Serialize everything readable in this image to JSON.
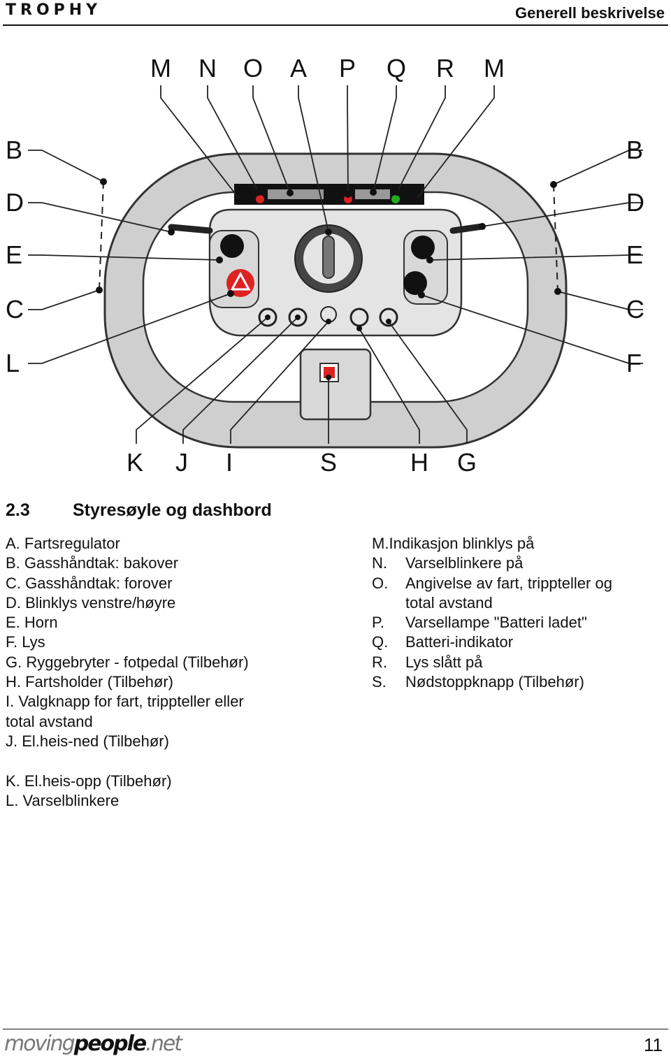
{
  "header": {
    "brand": "TROPHY",
    "section": "Generell beskrivelse"
  },
  "diagram_labels": {
    "top": [
      "M",
      "N",
      "O",
      "A",
      "P",
      "Q",
      "R",
      "M"
    ],
    "left": [
      "B",
      "D",
      "E",
      "C",
      "L"
    ],
    "right": [
      "B",
      "D",
      "E",
      "C",
      "F"
    ],
    "bottom": [
      "K",
      "J",
      "I",
      "S",
      "H",
      "G"
    ]
  },
  "heading": {
    "number": "2.3",
    "title": "Styresøyle og dashbord"
  },
  "left_list": [
    "A. Fartsregulator",
    "B. Gasshåndtak: bakover",
    "C. Gasshåndtak: forover",
    "D. Blinklys venstre/høyre",
    "E. Horn",
    "F. Lys",
    "G. Ryggebryter - fotpedal (Tilbehør)",
    "H. Fartsholder (Tilbehør)",
    "I. Valgknapp for fart, trippteller eller",
    "total avstand",
    "J. El.heis-ned (Tilbehør)"
  ],
  "left_list_2": [
    "K. El.heis-opp (Tilbehør)",
    "L. Varselblinkere"
  ],
  "right_list": [
    {
      "key": "M.",
      "text": "Indikasjon blinklys på"
    },
    {
      "key": "N.",
      "text": "Varselblinkere på"
    },
    {
      "key": "O.",
      "text": "Angivelse av fart, trippteller og total avstand"
    },
    {
      "key": "P.",
      "text": "Varsellampe \"Batteri ladet\""
    },
    {
      "key": "Q.",
      "text": "Batteri-indikator"
    },
    {
      "key": "R.",
      "text": "Lys slått på"
    },
    {
      "key": "S.",
      "text": "Nødstoppknapp (Tilbehør)"
    }
  ],
  "footer": {
    "logo_a": "moving",
    "logo_b": "people",
    "logo_c": ".net",
    "page": "11"
  }
}
